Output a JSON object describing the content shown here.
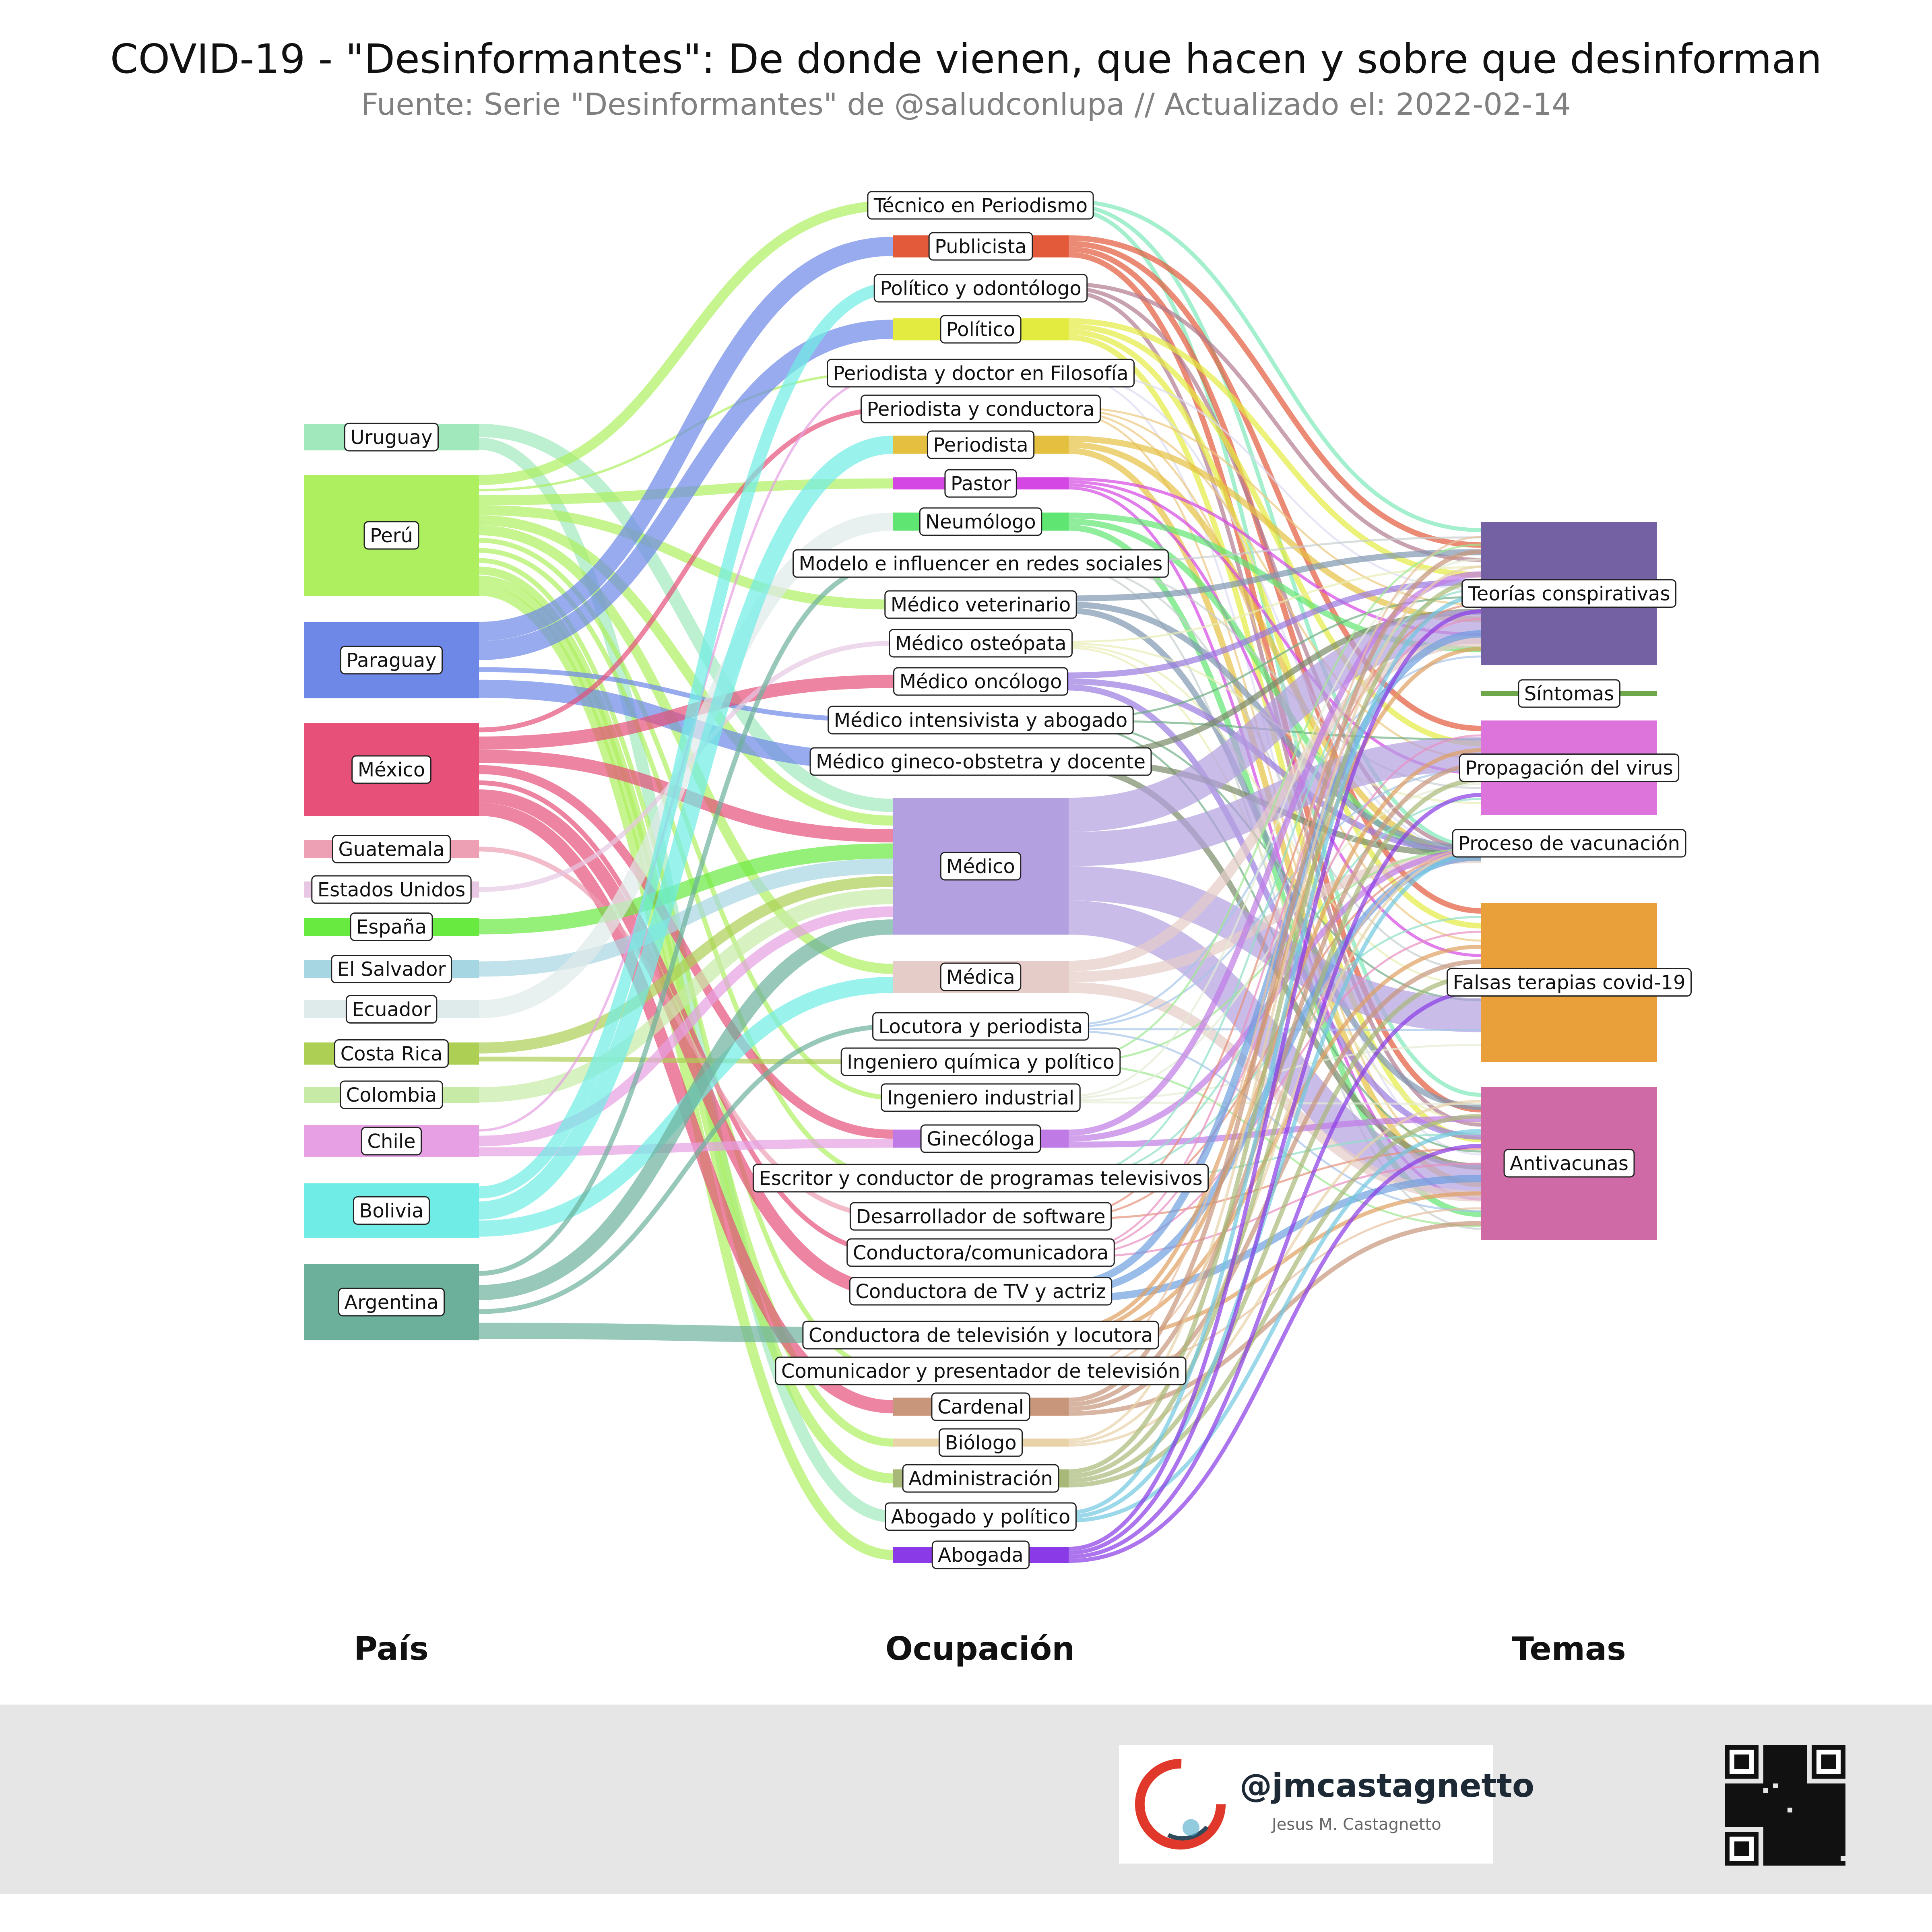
{
  "title": "COVID-19 - \"Desinformantes\": De donde vienen, que hacen y sobre que desinforman",
  "subtitle": "Fuente: Serie \"Desinformantes\" de @saludconlupa // Actualizado el: 2022-02-14",
  "columns": {
    "pais": "País",
    "ocupacion": "Ocupación",
    "temas": "Temas"
  },
  "footer": {
    "handle": "@jmcastagnetto",
    "name": "Jesus M. Castagnetto"
  },
  "diagram": {
    "type": "sankey",
    "countries": [
      {
        "name": "Uruguay",
        "color": "#a1e8bd"
      },
      {
        "name": "Perú",
        "color": "#aeef5f"
      },
      {
        "name": "Paraguay",
        "color": "#6e88e8"
      },
      {
        "name": "México",
        "color": "#e65079"
      },
      {
        "name": "Guatemala",
        "color": "#eda0b4"
      },
      {
        "name": "Estados Unidos",
        "color": "#e7c7e3"
      },
      {
        "name": "España",
        "color": "#68ea40"
      },
      {
        "name": "El Salvador",
        "color": "#a7d6e3"
      },
      {
        "name": "Ecuador",
        "color": "#dfeaea"
      },
      {
        "name": "Costa Rica",
        "color": "#adcf54"
      },
      {
        "name": "Colombia",
        "color": "#c7eba6"
      },
      {
        "name": "Chile",
        "color": "#e6a0e3"
      },
      {
        "name": "Bolivia",
        "color": "#6fece5"
      },
      {
        "name": "Argentina",
        "color": "#6cb09b"
      }
    ],
    "occupations": [
      {
        "name": "Técnico en Periodismo",
        "color": "#7ee8b8"
      },
      {
        "name": "Publicista",
        "color": "#e25a3a"
      },
      {
        "name": "Político y odontólogo",
        "color": "#b07a8e"
      },
      {
        "name": "Político",
        "color": "#e4eb40"
      },
      {
        "name": "Periodista y doctor en Filosofía",
        "color": "#dcdcf2"
      },
      {
        "name": "Periodista y conductora",
        "color": "#ebc77e"
      },
      {
        "name": "Periodista",
        "color": "#e5c040"
      },
      {
        "name": "Pastor",
        "color": "#d447e4"
      },
      {
        "name": "Neumólogo",
        "color": "#5fe672"
      },
      {
        "name": "Modelo e influencer en redes sociales",
        "color": "#c7cfcf"
      },
      {
        "name": "Médico veterinario",
        "color": "#7f97b0"
      },
      {
        "name": "Médico osteópata",
        "color": "#e8edb4"
      },
      {
        "name": "Médico oncólogo",
        "color": "#9a7ae0"
      },
      {
        "name": "Médico intensivista y abogado",
        "color": "#6fae84"
      },
      {
        "name": "Médico gineco-obstetra y docente",
        "color": "#7a8a6a"
      },
      {
        "name": "Médico",
        "color": "#b3a0e0"
      },
      {
        "name": "Médica",
        "color": "#e6ccc8"
      },
      {
        "name": "Locutora y periodista",
        "color": "#a7c5ea"
      },
      {
        "name": "Ingeniero química y político",
        "color": "#9ee890"
      },
      {
        "name": "Ingeniero industrial",
        "color": "#e4ecd4"
      },
      {
        "name": "Ginecóloga",
        "color": "#c07ae6"
      },
      {
        "name": "Escritor y conductor de programas televisivos",
        "color": "#8fe0c8"
      },
      {
        "name": "Desarrollador de software",
        "color": "#e6907a"
      },
      {
        "name": "Conductora/comunicadora",
        "color": "#e88fc0"
      },
      {
        "name": "Conductora de TV y actriz",
        "color": "#6ea0e0"
      },
      {
        "name": "Conductora de televisión y locutora",
        "color": "#e0a060"
      },
      {
        "name": "Comunicador y presentador de televisión",
        "color": "#e8bfa0"
      },
      {
        "name": "Cardenal",
        "color": "#c8967a"
      },
      {
        "name": "Biólogo",
        "color": "#e8d2a8"
      },
      {
        "name": "Administración",
        "color": "#a8b878"
      },
      {
        "name": "Abogado y político",
        "color": "#70c8e0"
      },
      {
        "name": "Abogada",
        "color": "#8a3ae6"
      }
    ],
    "topics": [
      {
        "name": "Teorías conspirativas",
        "color": "#7461a4"
      },
      {
        "name": "Síntomas",
        "color": "#6fa84a"
      },
      {
        "name": "Propagación del virus",
        "color": "#dd74dc"
      },
      {
        "name": "Proceso de vacunación",
        "color": "#d7e35a"
      },
      {
        "name": "Falsas terapias covid-19",
        "color": "#e9a03a"
      },
      {
        "name": "Antivacunas",
        "color": "#d06aa6"
      }
    ],
    "links_country_occupation": [
      [
        "Uruguay",
        "Médico"
      ],
      [
        "Uruguay",
        "Abogado y político"
      ],
      [
        "Perú",
        "Técnico en Periodismo"
      ],
      [
        "Perú",
        "Periodista y doctor en Filosofía"
      ],
      [
        "Perú",
        "Pastor"
      ],
      [
        "Perú",
        "Médico veterinario"
      ],
      [
        "Perú",
        "Médico"
      ],
      [
        "Perú",
        "Médica"
      ],
      [
        "Perú",
        "Ingeniero industrial"
      ],
      [
        "Perú",
        "Escritor y conductor de programas televisivos"
      ],
      [
        "Perú",
        "Comunicador y presentador de televisión"
      ],
      [
        "Perú",
        "Biólogo"
      ],
      [
        "Perú",
        "Administración"
      ],
      [
        "Perú",
        "Abogada"
      ],
      [
        "Paraguay",
        "Publicista"
      ],
      [
        "Paraguay",
        "Político"
      ],
      [
        "Paraguay",
        "Médico intensivista y abogado"
      ],
      [
        "Paraguay",
        "Médico gineco-obstetra y docente"
      ],
      [
        "México",
        "Periodista y conductora"
      ],
      [
        "México",
        "Médico oncólogo"
      ],
      [
        "México",
        "Médico"
      ],
      [
        "México",
        "Ginecóloga"
      ],
      [
        "México",
        "Conductora/comunicadora"
      ],
      [
        "México",
        "Conductora de TV y actriz"
      ],
      [
        "México",
        "Cardenal"
      ],
      [
        "Guatemala",
        "Desarrollador de software"
      ],
      [
        "Estados Unidos",
        "Médico osteópata"
      ],
      [
        "España",
        "Médico"
      ],
      [
        "El Salvador",
        "Médico"
      ],
      [
        "Ecuador",
        "Neumólogo"
      ],
      [
        "Costa Rica",
        "Médico"
      ],
      [
        "Costa Rica",
        "Ingeniero química y político"
      ],
      [
        "Colombia",
        "Médico"
      ],
      [
        "Chile",
        "Periodista y doctor en Filosofía"
      ],
      [
        "Chile",
        "Médico"
      ],
      [
        "Chile",
        "Ginecóloga"
      ],
      [
        "Bolivia",
        "Político y odontólogo"
      ],
      [
        "Bolivia",
        "Periodista"
      ],
      [
        "Bolivia",
        "Médica"
      ],
      [
        "Argentina",
        "Modelo e influencer en redes sociales"
      ],
      [
        "Argentina",
        "Médico"
      ],
      [
        "Argentina",
        "Locutora y periodista"
      ],
      [
        "Argentina",
        "Conductora de televisión y locutora"
      ]
    ]
  }
}
